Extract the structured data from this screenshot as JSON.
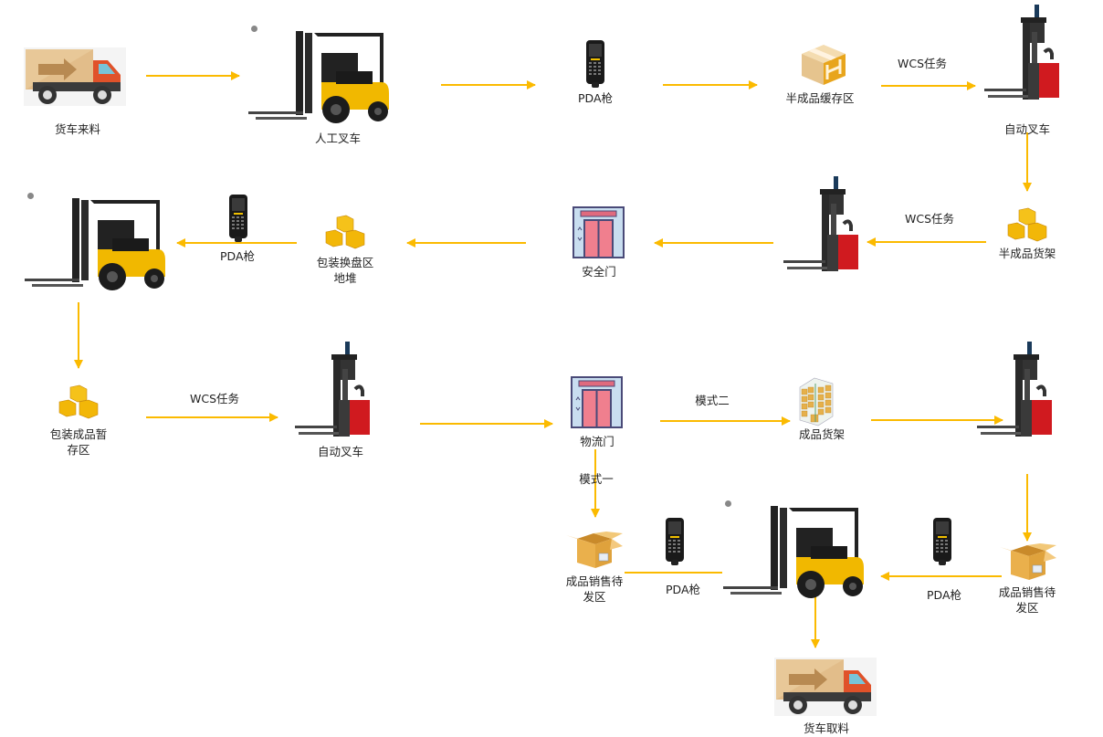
{
  "diagram": {
    "arrow_color": "#FBBA00",
    "nodes": {
      "truck_in": {
        "label": "货车来料",
        "icon": "truck-icon"
      },
      "manual_forklift_1": {
        "label": "人工叉车",
        "icon": "forklift-icon"
      },
      "pda_1": {
        "label": "PDA枪",
        "icon": "pda-scanner-icon"
      },
      "semi_buffer": {
        "label": "半成品缓存区",
        "icon": "box-icon"
      },
      "auto_forklift_1": {
        "label": "自动叉车",
        "icon": "agv-forklift-icon"
      },
      "semi_shelf": {
        "label": "半成品货架",
        "icon": "boxes-stack-icon"
      },
      "auto_forklift_2": {
        "label": "",
        "icon": "agv-forklift-icon"
      },
      "safety_door": {
        "label": "安全门",
        "icon": "elevator-door-icon"
      },
      "pack_area": {
        "label_line1": "包装换盘区",
        "label_line2": "地堆",
        "icon": "boxes-stack-icon"
      },
      "pda_2": {
        "label": "PDA枪",
        "icon": "pda-scanner-icon"
      },
      "manual_forklift_2": {
        "label": "",
        "icon": "forklift-icon"
      },
      "pack_temp": {
        "label_line1": "包装成品暂",
        "label_line2": "存区",
        "icon": "boxes-stack-icon"
      },
      "auto_forklift_3": {
        "label": "自动叉车",
        "icon": "agv-forklift-icon"
      },
      "logistics_door": {
        "label": "物流门",
        "icon": "elevator-door-icon"
      },
      "finished_shelf": {
        "label": "成品货架",
        "icon": "rack-icon"
      },
      "auto_forklift_4": {
        "label": "",
        "icon": "agv-forklift-icon"
      },
      "sales_area_right": {
        "label_line1": "成品销售待",
        "label_line2": "发区",
        "icon": "open-box-icon"
      },
      "pda_3": {
        "label": "PDA枪",
        "icon": "pda-scanner-icon"
      },
      "manual_forklift_3": {
        "label": "",
        "icon": "forklift-icon"
      },
      "sales_area_left": {
        "label_line1": "成品销售待",
        "label_line2": "发区",
        "icon": "open-box-icon"
      },
      "pda_4": {
        "label": "PDA枪",
        "icon": "pda-scanner-icon"
      },
      "truck_out": {
        "label": "货车取料",
        "icon": "truck-icon"
      }
    },
    "edge_labels": {
      "wcs_1": "WCS任务",
      "wcs_2": "WCS任务",
      "wcs_3": "WCS任务",
      "mode_two": "模式二",
      "mode_one": "模式一"
    }
  }
}
